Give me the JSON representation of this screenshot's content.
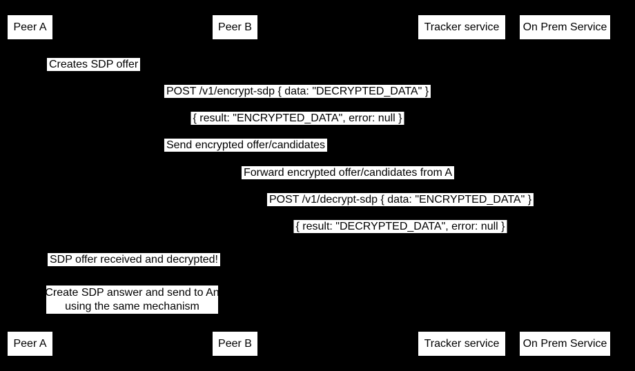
{
  "colors": {
    "background": "#000000",
    "box_fill": "#ffffff",
    "text": "#000000"
  },
  "participants": [
    {
      "label": "Peer A"
    },
    {
      "label": "Peer B"
    },
    {
      "label": "Tracker service"
    },
    {
      "label": "On Prem Service"
    }
  ],
  "messages": [
    {
      "label": "Creates SDP offer",
      "from": "Peer A",
      "to": "Peer A",
      "style": "self"
    },
    {
      "label": "POST /v1/encrypt-sdp { data: \"DECRYPTED_DATA\" }",
      "from": "Peer A",
      "to": "On Prem Service",
      "style": "solid"
    },
    {
      "label": "{ result: \"ENCRYPTED_DATA\", error: null }",
      "from": "On Prem Service",
      "to": "Peer A",
      "style": "dashed"
    },
    {
      "label": "Send encrypted offer/candidates",
      "from": "Peer A",
      "to": "Tracker service",
      "style": "solid"
    },
    {
      "label": "Forward encrypted offer/candidates from A",
      "from": "Tracker service",
      "to": "Peer B",
      "style": "solid"
    },
    {
      "label": "POST /v1/decrypt-sdp { data: \"ENCRYPTED_DATA\" }",
      "from": "Peer B",
      "to": "On Prem Service",
      "style": "solid"
    },
    {
      "label": "{ result: \"DECRYPTED_DATA\", error: null }",
      "from": "On Prem Service",
      "to": "Peer B",
      "style": "dashed"
    },
    {
      "label": "SDP offer received and decrypted!",
      "from": "Peer B",
      "to": "Peer A",
      "style": "solid"
    }
  ],
  "note": {
    "line1": "Create SDP answer and send to An",
    "line2": "using the same mechanism"
  }
}
